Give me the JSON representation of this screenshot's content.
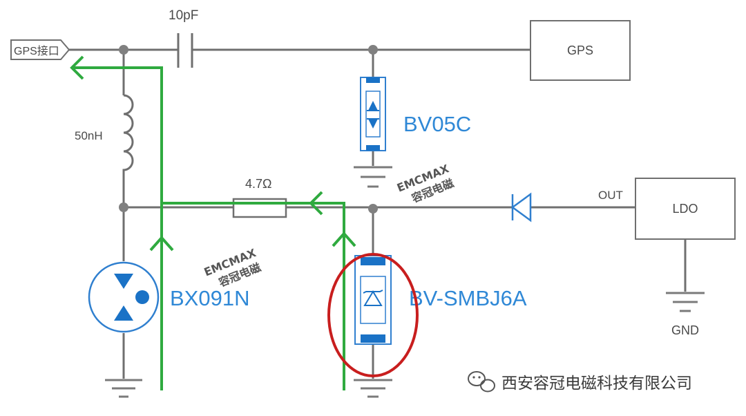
{
  "labels": {
    "gps_port": "GPS接口",
    "cap": "10pF",
    "inductor": "50nH",
    "resistor": "4.7Ω",
    "gps_box": "GPS",
    "ldo_box": "LDO",
    "out": "OUT",
    "gnd": "GND"
  },
  "components": {
    "tvs_top": "BV05C",
    "gdt": "BX091N",
    "tvs_bottom": "BV-SMBJ6A"
  },
  "watermarks": [
    {
      "line1": "EMCMAX",
      "line2": "容冠电磁"
    },
    {
      "line1": "EMCMAX",
      "line2": "容冠电磁"
    }
  ],
  "credit": "西安容冠电磁科技有限公司",
  "colors": {
    "wire": "#6f6f6f",
    "current_path": "#2faa3f",
    "component_blue": "#1a72c6",
    "highlight_circle": "#c81e1e"
  }
}
